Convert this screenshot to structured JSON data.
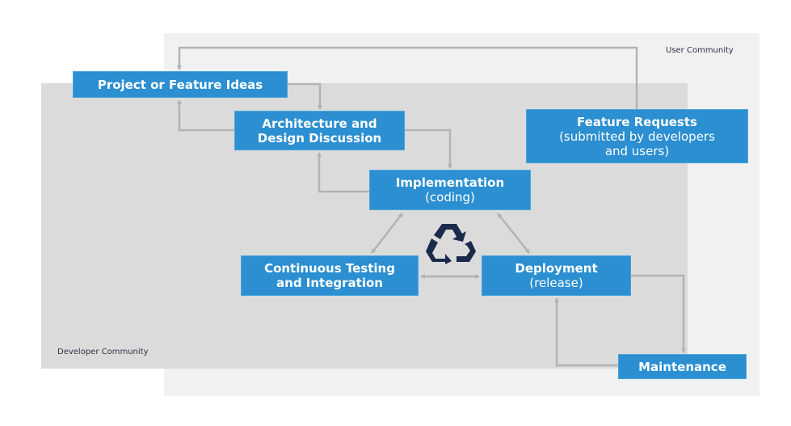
{
  "regions": {
    "user_community": "User Community",
    "developer_community": "Developer Community"
  },
  "boxes": {
    "ideas": {
      "title": "Project or Feature Ideas"
    },
    "architecture": {
      "title_line1": "Architecture and",
      "title_line2": "Design Discussion"
    },
    "implementation": {
      "title": "Implementation",
      "subtitle": "(coding)"
    },
    "feature_requests": {
      "title": "Feature Requests",
      "subtitle_line1": "(submitted by developers",
      "subtitle_line2": "and users)"
    },
    "testing": {
      "title_line1": "Continuous Testing",
      "title_line2": "and Integration"
    },
    "deployment": {
      "title": "Deployment",
      "subtitle": "(release)"
    },
    "maintenance": {
      "title": "Maintenance"
    }
  },
  "center_icon": "recycle-icon",
  "colors": {
    "box_fill": "#2b8fd1",
    "connector": "#b3b3b3",
    "icon": "#1b2a4a",
    "user_panel": "#f1f1f1",
    "developer_panel": "#dbdbdb"
  }
}
